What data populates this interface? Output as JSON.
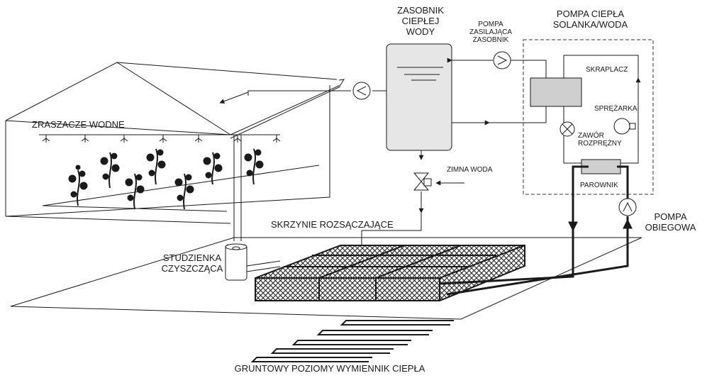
{
  "labels": {
    "zraszacze": "ZRASZACZE WODNE",
    "zasobnik_l1": "ZASOBNIK",
    "zasobnik_l2": "CIEPŁEJ",
    "zasobnik_l3": "WODY",
    "pompa_zas_l1": "POMPA",
    "pompa_zas_l2": "ZASILAJĄCA",
    "pompa_zas_l3": "ZASOBNIK",
    "pompa_ciepla_l1": "POMPA CIEPŁA",
    "pompa_ciepla_l2": "SOLANKA/WODA",
    "skraplacz": "SKRAPLACZ",
    "sprezarka": "SPRĘŻARKA",
    "zawor_l1": "ZAWÓR",
    "zawor_l2": "ROZPRĘŻNY",
    "zimna_woda": "ZIMNA WODA",
    "parownik": "PAROWNIK",
    "pompa_obieg_l1": "POMPA",
    "pompa_obieg_l2": "OBIEGOWA",
    "skrzynie": "SKRZYNIE ROZSĄCZAJĄCE",
    "studzienka_l1": "STUDZIENKA",
    "studzienka_l2": "CZYSZCZĄCA",
    "gruntowy": "GRUNTOWY POZIOMY WYMIENNIK CIEPŁA"
  },
  "colors": {
    "line": "#1a1a1a",
    "tank_fill": "#e6e6e6",
    "exchanger_fill": "#cfcfcf",
    "hp_border": "#333333"
  }
}
